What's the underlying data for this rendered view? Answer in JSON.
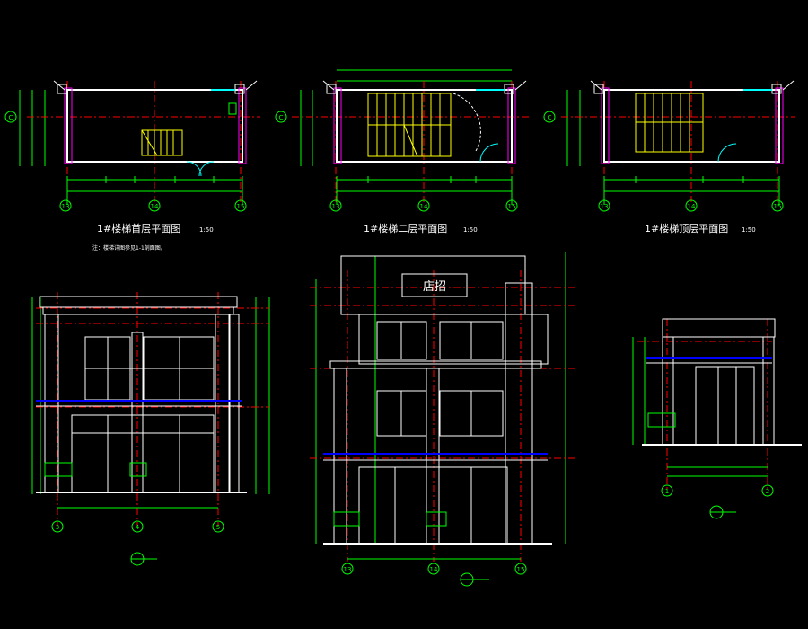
{
  "plans": [
    {
      "title": "1#楼梯首层平面图",
      "scale": "1:50",
      "axes": [
        "13",
        "14",
        "15"
      ],
      "grid_c": "C"
    },
    {
      "title": "1#楼梯二层平面图",
      "scale": "1:50",
      "axes": [
        "13",
        "14",
        "15"
      ],
      "grid_c": "C"
    },
    {
      "title": "1#楼梯顶层平面图",
      "scale": "1:50",
      "axes": [
        "13",
        "14",
        "15"
      ],
      "grid_c": "C"
    }
  ],
  "note": "注：楼梯详图参见1-1剖面图。",
  "sign_text": "店招",
  "elevations": [
    {
      "axes": [
        "3",
        "4",
        "5"
      ]
    },
    {
      "axes": [
        "13",
        "14",
        "15"
      ]
    },
    {
      "axes": [
        "1",
        "2"
      ]
    }
  ],
  "colors": {
    "background": "#000000",
    "outline": "#ffffff",
    "dimension": "#00ff00",
    "axis": "#ff0000",
    "stair": "#ffff00",
    "accent": "#ff00ff",
    "band": "#0000ff"
  }
}
